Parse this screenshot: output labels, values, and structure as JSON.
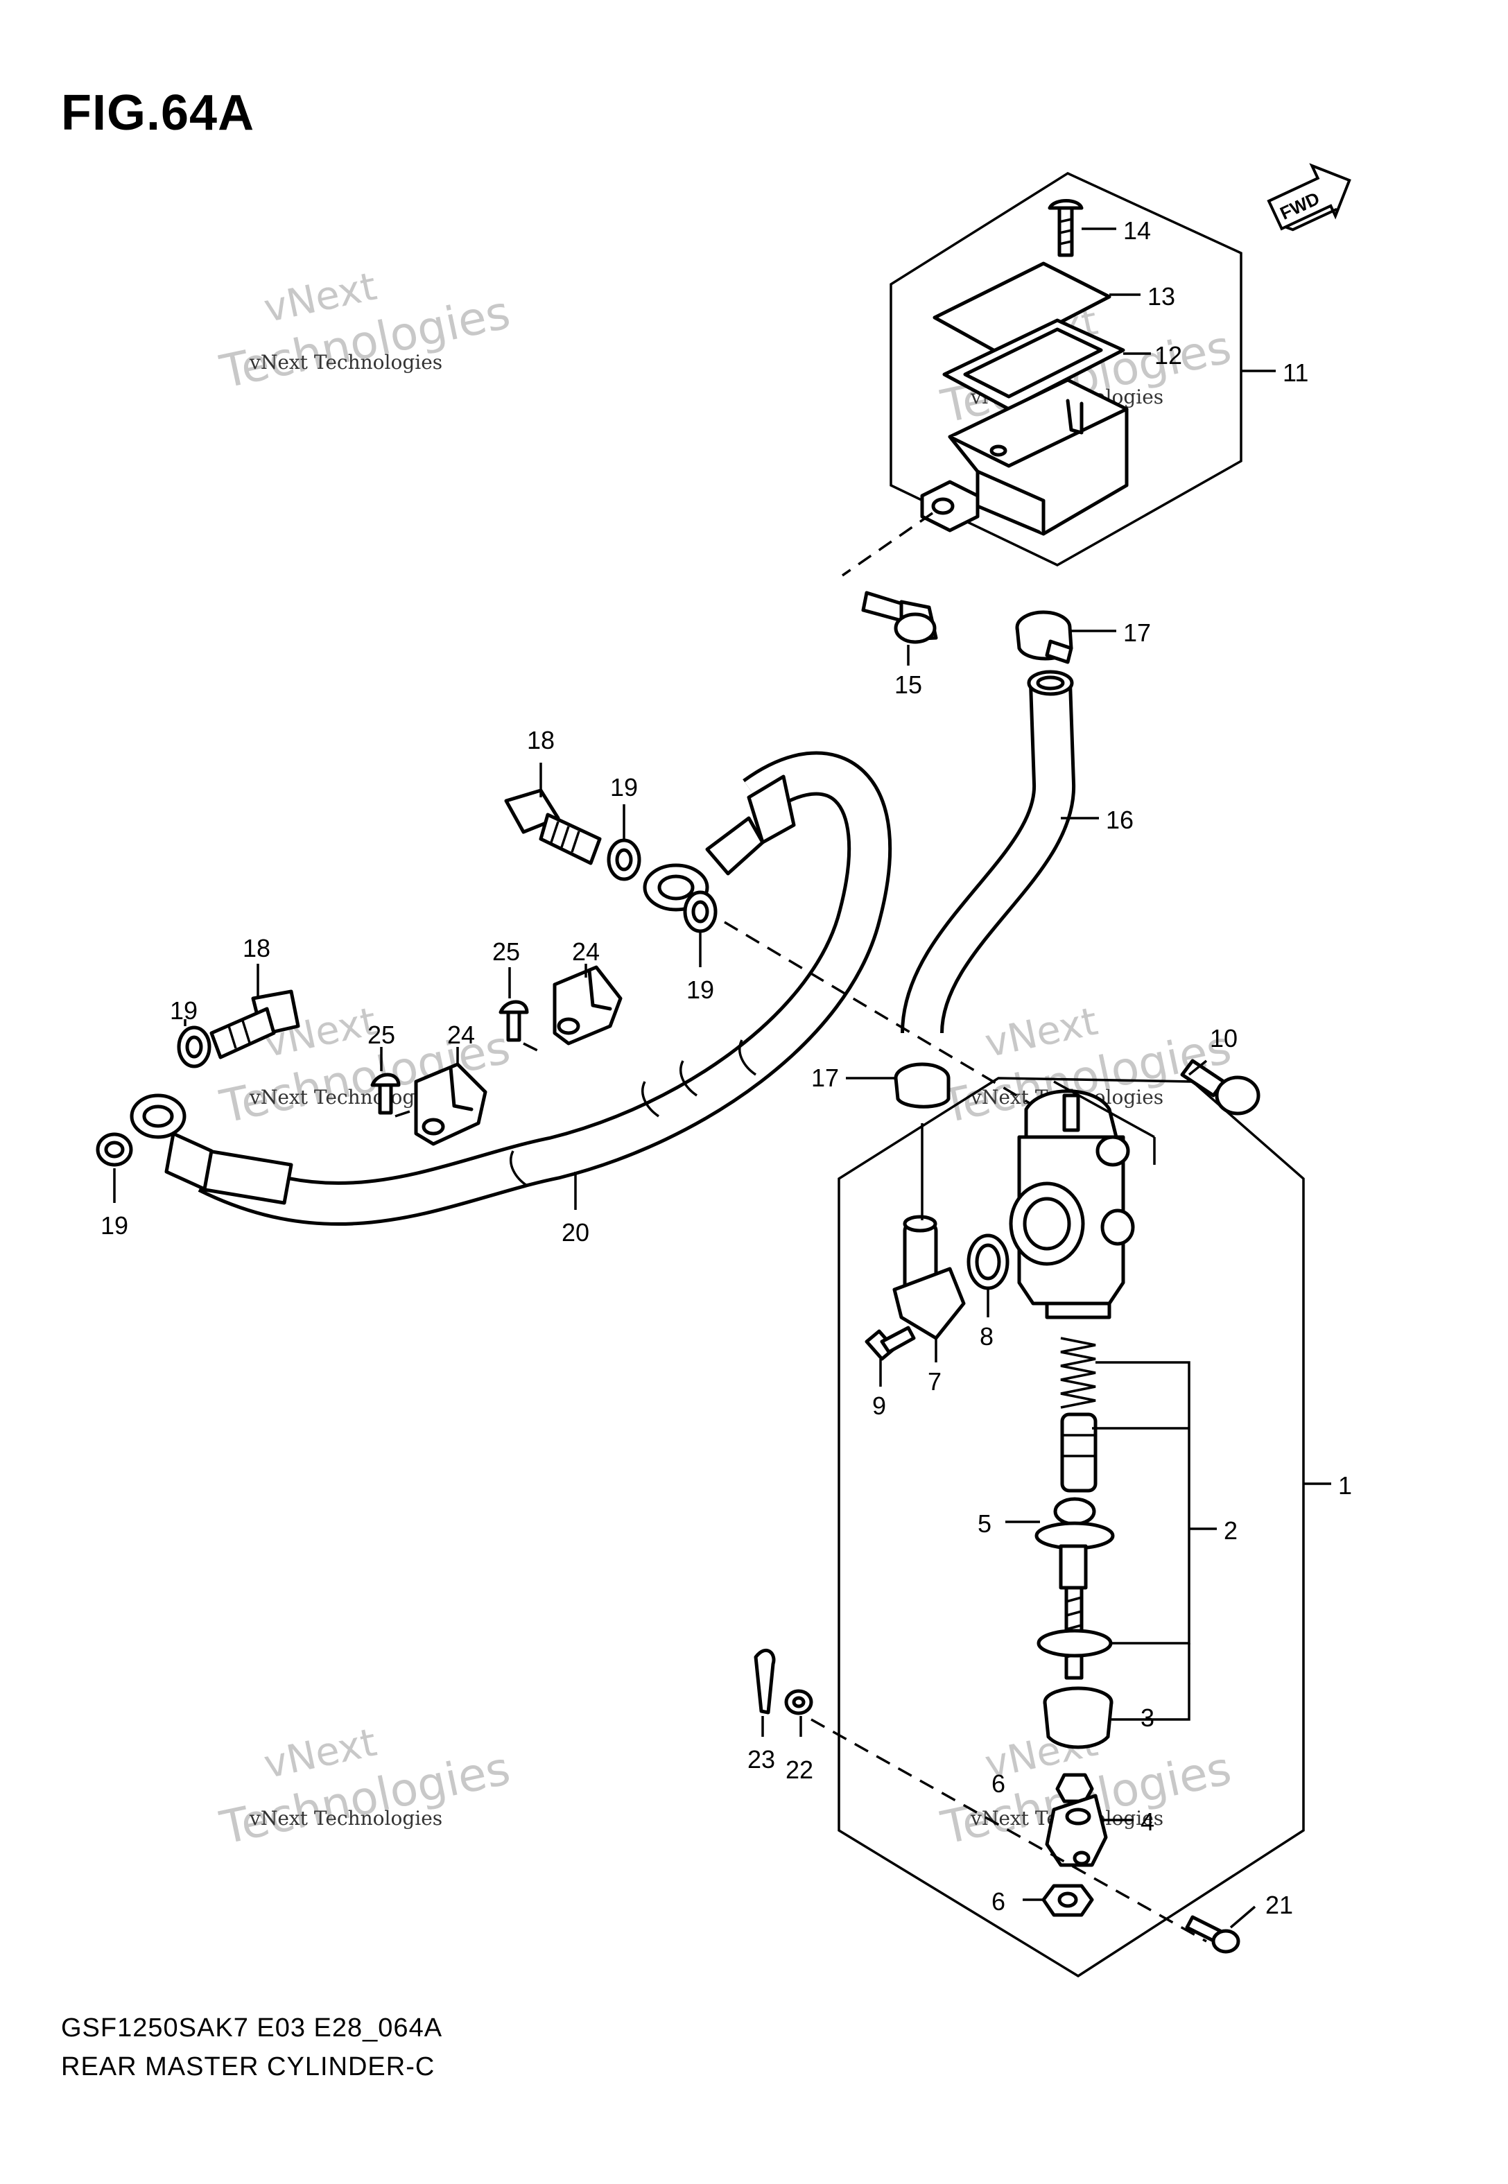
{
  "figure": {
    "title": "FIG.64A"
  },
  "fwd_label": "FWD",
  "footer": {
    "model_code": "GSF1250SAK7 E03 E28_064A",
    "name": "REAR MASTER CYLINDER-C"
  },
  "watermark": {
    "line1": "vNext Technologies",
    "line2": "Technologies",
    "line3": "vNext"
  },
  "callouts": {
    "c1": "1",
    "c2": "2",
    "c3": "3",
    "c4": "4",
    "c5": "5",
    "c6a": "6",
    "c6b": "6",
    "c7": "7",
    "c8": "8",
    "c9": "9",
    "c10": "10",
    "c11": "11",
    "c12": "12",
    "c13": "13",
    "c14": "14",
    "c15": "15",
    "c16": "16",
    "c17a": "17",
    "c17b": "17",
    "c18a": "18",
    "c18b": "18",
    "c19a": "19",
    "c19b": "19",
    "c19c": "19",
    "c19d": "19",
    "c20": "20",
    "c21": "21",
    "c22": "22",
    "c23": "23",
    "c24a": "24",
    "c24b": "24",
    "c25a": "25",
    "c25b": "25"
  }
}
